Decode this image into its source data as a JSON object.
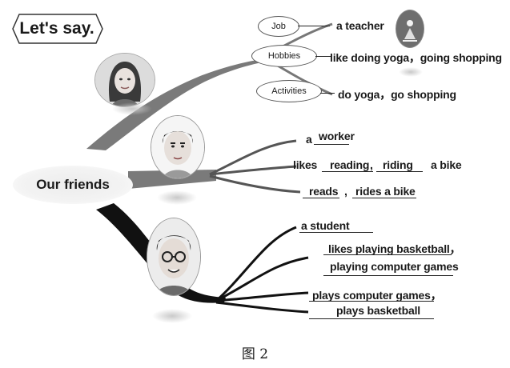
{
  "header": {
    "lets_say": "Let's say."
  },
  "center": {
    "label": "Our friends"
  },
  "friend1": {
    "job_node": "Job",
    "hobbies_node": "Hobbies",
    "activities_node": "Activities",
    "job": "a teacher",
    "hobbies": "like doing yoga，going shopping",
    "activities": "do yoga，go shopping"
  },
  "friend2": {
    "job_prefix": "a",
    "job": "worker",
    "likes_prefix": "likes",
    "likes_1": "reading",
    "likes_sep": ",",
    "likes_2": "riding",
    "likes_suffix": "a  bike",
    "does_1": "reads",
    "does_sep": ",",
    "does_2": "rides  a bike"
  },
  "friend3": {
    "job": "a student",
    "likes_line1": "likes playing basketball，",
    "likes_line2": "playing computer games",
    "does_line1": "plays computer games，",
    "does_line2": "plays basketball"
  },
  "caption": "图 2"
}
